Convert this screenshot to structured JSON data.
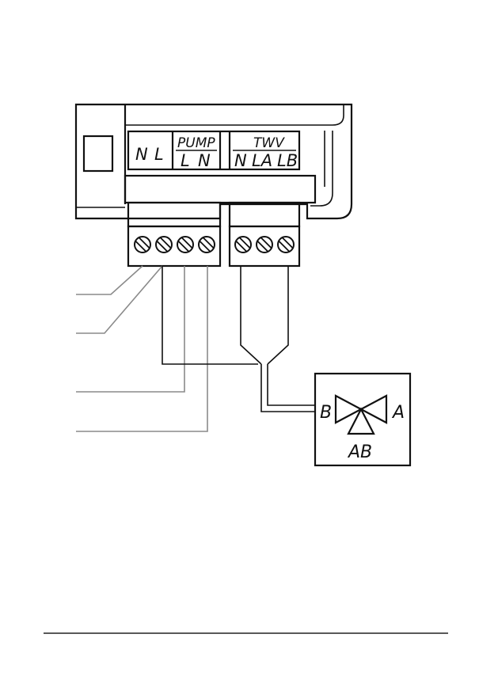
{
  "controller": {
    "mains_labels": [
      "N",
      "L"
    ],
    "pump": {
      "title": "PUMP",
      "terminals": [
        "L",
        "N"
      ]
    },
    "twv": {
      "title": "TWV",
      "terminals": [
        "N",
        "LA",
        "LB"
      ]
    }
  },
  "valve": {
    "port_b": "B",
    "port_a": "A",
    "port_ab": "AB"
  },
  "colors": {
    "line": "#111111",
    "supply_wire": "#8a8a8a",
    "background": "#ffffff"
  }
}
